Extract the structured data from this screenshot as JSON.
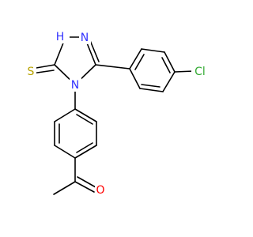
{
  "molecule": {
    "atoms": {
      "nh": {
        "text": "H",
        "color": "#3333ff"
      },
      "n_ring": {
        "text": "N",
        "color": "#3333ff"
      },
      "n4": {
        "text": "N",
        "color": "#3333ff"
      },
      "s": {
        "text": "S",
        "color": "#b8a300"
      },
      "cl": {
        "text": "Cl",
        "color": "#33aa33"
      },
      "o": {
        "text": "O",
        "color": "#ff0000"
      }
    }
  }
}
